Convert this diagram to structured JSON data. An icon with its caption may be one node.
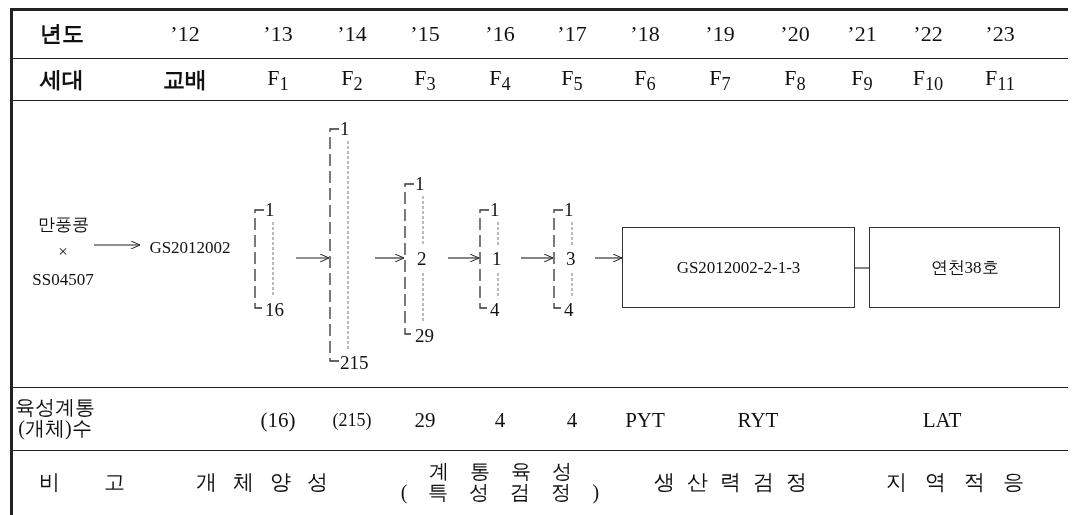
{
  "diagram": {
    "nodes": [
      {
        "text": [
          "만풍콩",
          "×",
          "SS04507"
        ]
      },
      {
        "text": [
          "GS2012002"
        ]
      },
      {
        "text": [
          "1",
          "16"
        ]
      },
      {
        "text": [
          "1",
          "215"
        ]
      },
      {
        "text": [
          "1",
          "2",
          "29"
        ]
      },
      {
        "text": [
          "1",
          "1",
          "4"
        ]
      },
      {
        "text": [
          "1",
          "3",
          "4"
        ]
      },
      {
        "text": [
          "GS2012002-2-1-3"
        ]
      },
      {
        "text": [
          "연천38호"
        ]
      }
    ],
    "edges": [
      {
        "from": 0,
        "to": 1,
        "arrow": "to"
      },
      {
        "from": 2,
        "to": 3,
        "arrow": "to"
      },
      {
        "from": 3,
        "to": 4,
        "arrow": "to"
      },
      {
        "from": 4,
        "to": 5,
        "arrow": "to"
      },
      {
        "from": 5,
        "to": 6,
        "arrow": "to"
      },
      {
        "from": 6,
        "to": 7,
        "arrow": "to"
      },
      {
        "from": 7,
        "to": 8,
        "arrow": "none"
      }
    ],
    "labels": [
      "년도",
      "’12",
      "’13",
      "’14",
      "’15",
      "’16",
      "’17",
      "’18",
      "’19",
      "’20",
      "’21",
      "’22",
      "’23",
      "세대",
      "교배",
      "F$_{1}$",
      "F$_{2}$",
      "F$_{3}$",
      "F$_{4}$",
      "F$_{5}$",
      "F$_{6}$",
      "F$_{7}$",
      "F$_{8}$",
      "F$_{9}$",
      "F$_{10}$",
      "F$_{11}$",
      "육성계통(개체)수",
      "(16)",
      "(215)",
      "29",
      "4",
      "4",
      "PYT",
      "RYT",
      "LAT",
      "비고",
      "개체양성",
      "계통육성(특성검정)",
      "생산력검정",
      "지역적응"
    ]
  }
}
